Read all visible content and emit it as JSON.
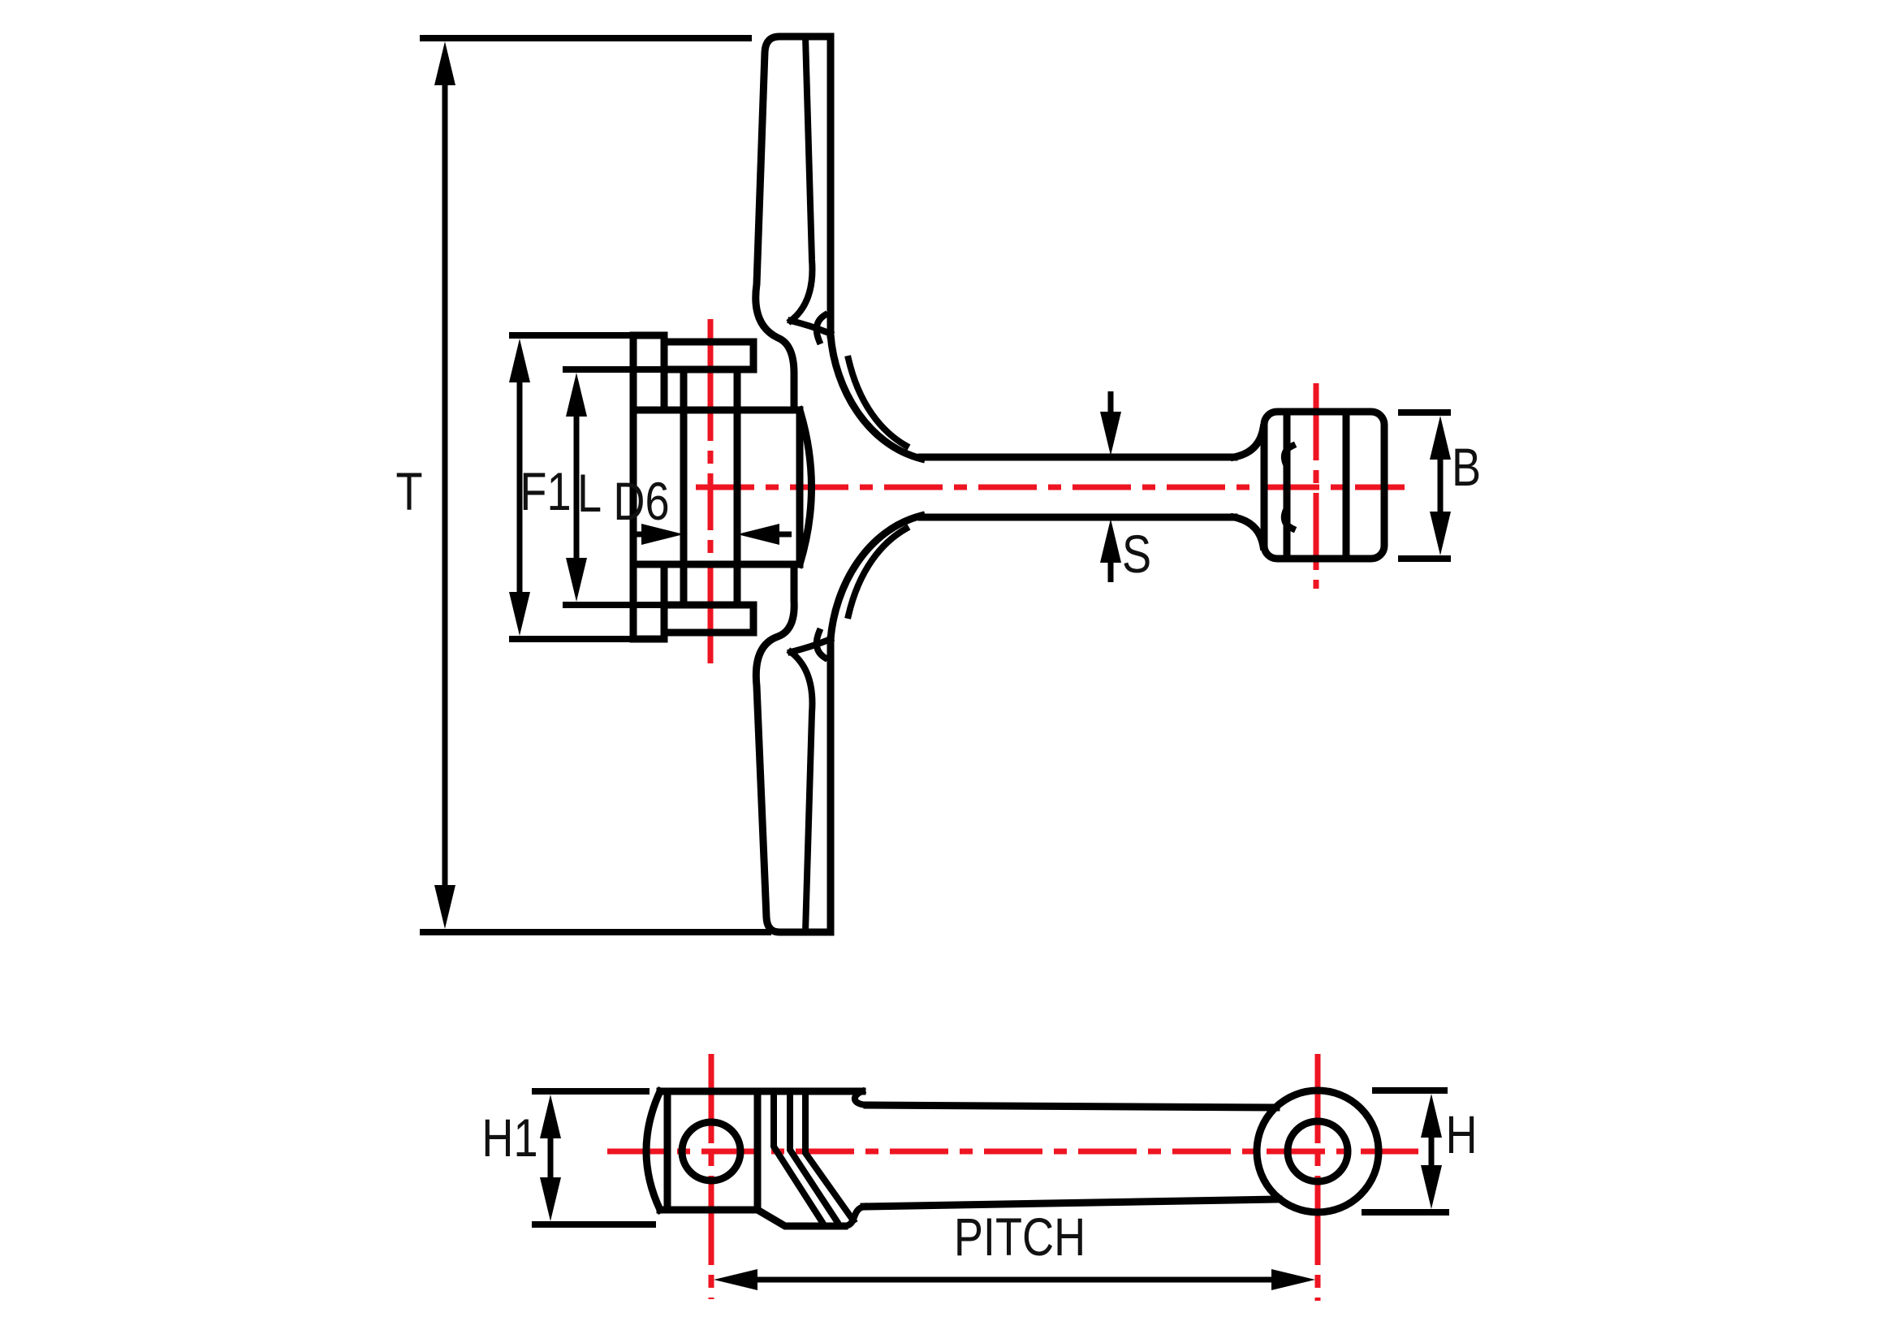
{
  "drawing": {
    "type": "engineering-dimension-diagram",
    "subject": "connecting rod two-view drawing",
    "colors": {
      "outline": "#000000",
      "centerline_red": "#ee1422",
      "background": "#ffffff",
      "label_text": "#111111"
    },
    "labels": {
      "t": "T",
      "f1": "F1",
      "l": "L",
      "d6": "D6",
      "s": "S",
      "b": "B",
      "h1": "H1",
      "h": "H",
      "pitch": "PITCH"
    }
  }
}
